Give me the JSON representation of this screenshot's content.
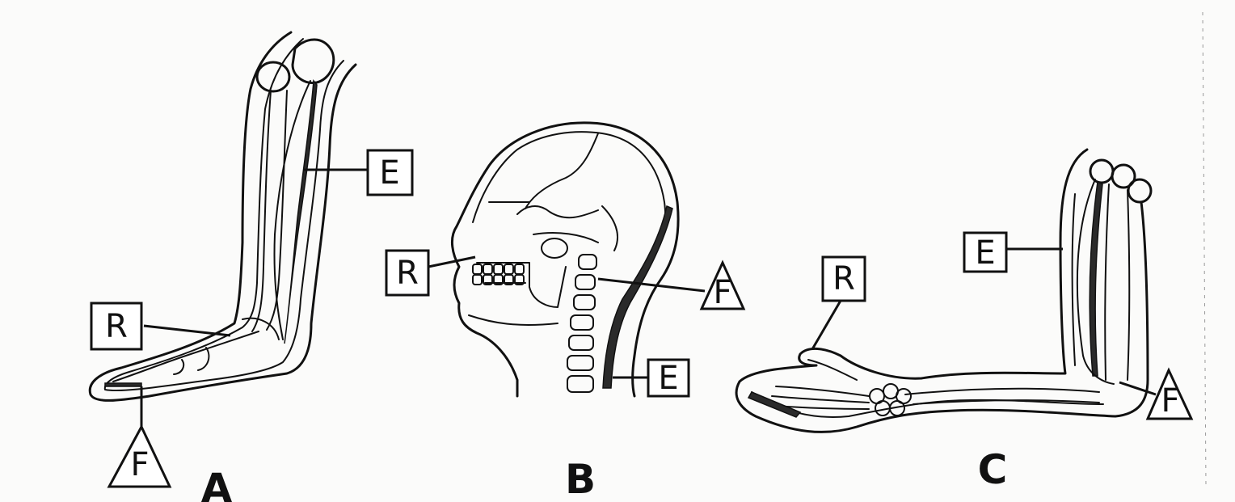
{
  "figures": {
    "a": {
      "caption": "A",
      "labels": {
        "effort": "E",
        "resistance": "R",
        "fulcrum": "F"
      }
    },
    "b": {
      "caption": "B",
      "labels": {
        "effort": "E",
        "resistance": "R",
        "fulcrum": "F"
      }
    },
    "c": {
      "caption": "C",
      "labels": {
        "effort": "E",
        "resistance": "R",
        "fulcrum": "F"
      }
    }
  }
}
